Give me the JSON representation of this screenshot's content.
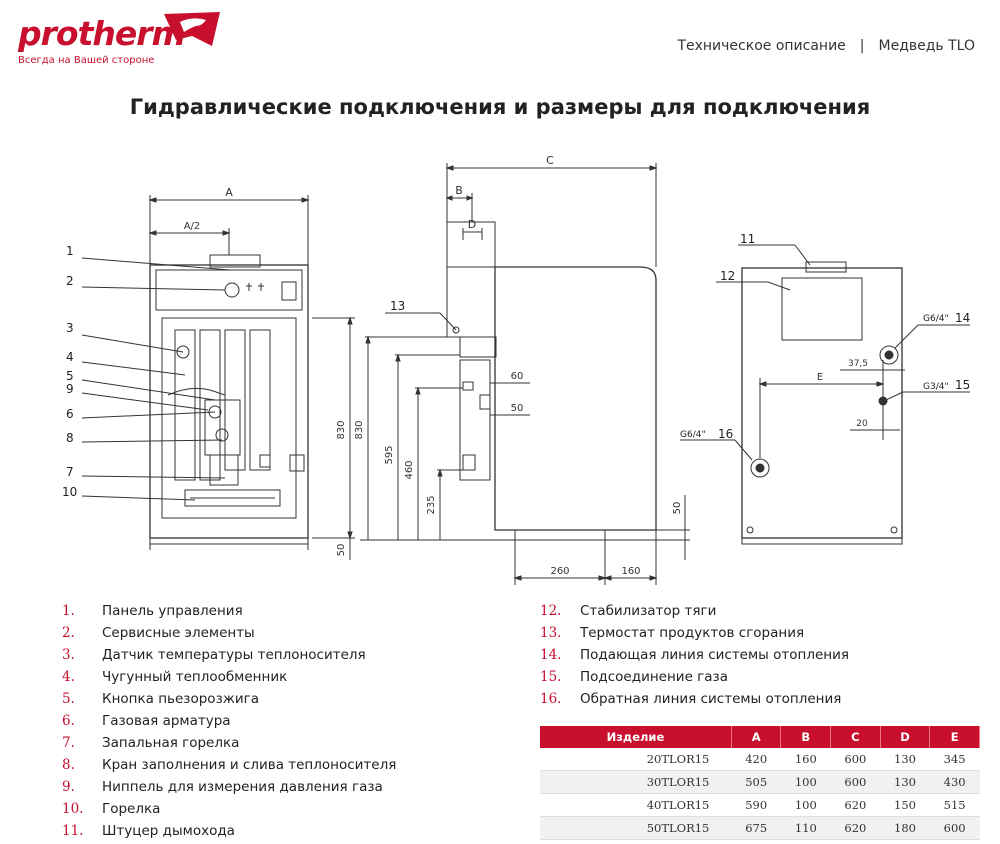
{
  "header": {
    "brand": "protherm",
    "tagline": "Всегда на Вашей стороне",
    "doc_type": "Техническое описание",
    "separator": "|",
    "product": "Медведь TLO"
  },
  "title": "Гидравлические подключения и размеры для подключения",
  "drawings": {
    "front": {
      "dim_a": "A",
      "dim_a_half": "A/2",
      "dim_830": "830",
      "dim_50": "50",
      "callouts": [
        "1",
        "2",
        "3",
        "4",
        "5",
        "9",
        "6",
        "8",
        "7",
        "10"
      ]
    },
    "side": {
      "dim_b": "B",
      "dim_c": "C",
      "dim_d": "D",
      "dim_830": "830",
      "dim_595": "595",
      "dim_460": "460",
      "dim_235": "235",
      "dim_60": "60",
      "dim_50_a": "50",
      "dim_50_b": "50",
      "dim_260": "260",
      "dim_160": "160",
      "callout_13": "13"
    },
    "rear": {
      "callout_11": "11",
      "callout_12": "12",
      "callout_14": "14",
      "callout_15": "15",
      "callout_16": "16",
      "label_g64_top": "G6/4\"",
      "label_g34": "G3/4\"",
      "label_g64_bottom": "G6/4\"",
      "dim_e": "E",
      "dim_375": "37,5",
      "dim_20": "20"
    }
  },
  "legend_left": [
    {
      "num": "1.",
      "text": "Панель управления"
    },
    {
      "num": "2.",
      "text": "Сервисные элементы"
    },
    {
      "num": "3.",
      "text": "Датчик температуры теплоносителя"
    },
    {
      "num": "4.",
      "text": "Чугунный теплообменник"
    },
    {
      "num": "5.",
      "text": "Кнопка пьезорозжига"
    },
    {
      "num": "6.",
      "text": "Газовая арматура"
    },
    {
      "num": "7.",
      "text": "Запальная горелка"
    },
    {
      "num": "8.",
      "text": "Кран заполнения и слива теплоносителя"
    },
    {
      "num": "9.",
      "text": "Ниппель для измерения давления газа"
    },
    {
      "num": "10.",
      "text": "Горелка"
    },
    {
      "num": "11.",
      "text": "Штуцер дымохода"
    }
  ],
  "legend_right": [
    {
      "num": "12.",
      "text": "Стабилизатор тяги"
    },
    {
      "num": "13.",
      "text": "Термостат продуктов сгорания"
    },
    {
      "num": "14.",
      "text": "Подающая линия системы отопления"
    },
    {
      "num": "15.",
      "text": "Подсоединение газа"
    },
    {
      "num": "16.",
      "text": "Обратная линия системы отопления"
    }
  ],
  "table": {
    "headers": [
      "Изделие",
      "A",
      "B",
      "C",
      "D",
      "E"
    ],
    "rows": [
      [
        "20TLOR15",
        "420",
        "160",
        "600",
        "130",
        "345"
      ],
      [
        "30TLOR15",
        "505",
        "100",
        "600",
        "130",
        "430"
      ],
      [
        "40TLOR15",
        "590",
        "100",
        "620",
        "150",
        "515"
      ],
      [
        "50TLOR15",
        "675",
        "110",
        "620",
        "180",
        "600"
      ]
    ]
  },
  "colors": {
    "accent": "#c8102e",
    "line": "#333333"
  }
}
